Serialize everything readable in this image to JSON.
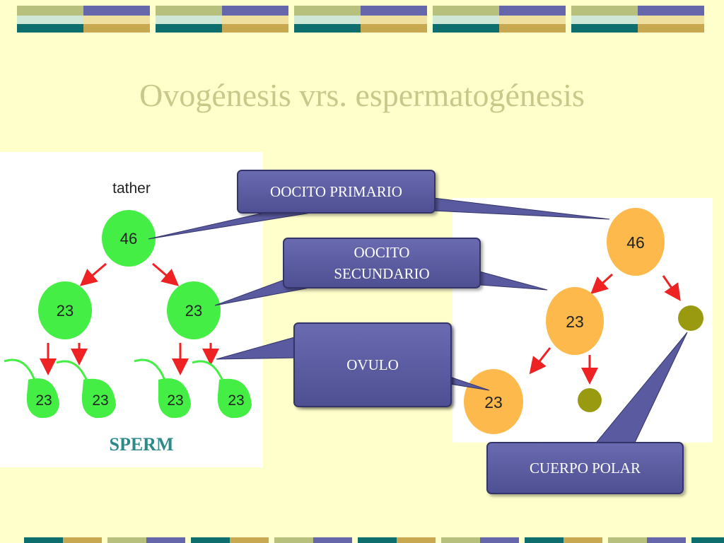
{
  "slide": {
    "title": "Ovogénesis vrs. espermatogénesis"
  },
  "colors": {
    "background": "#ffffcc",
    "title": "#c8c88a",
    "callout_fill": "#5a5aa0",
    "sperm_cell": "#44ee44",
    "egg_cell": "#fdb94c",
    "polar_body": "#9a9a10",
    "arrow": "#ee2222",
    "deco_teal": "#0e6e6e",
    "deco_gold": "#c8a850",
    "deco_purple": "#6666aa"
  },
  "left_diagram": {
    "header": "tather",
    "root": "46",
    "level2": [
      "23",
      "23"
    ],
    "level3": [
      "23",
      "23",
      "23",
      "23"
    ],
    "footer": "SPERM"
  },
  "right_diagram": {
    "root": "46",
    "secondary": "23",
    "ovum": "23"
  },
  "callouts": {
    "primary": "OOCITO PRIMARIO",
    "secondary_line1": "OOCITO",
    "secondary_line2": "SECUNDARIO",
    "ovum": "OVULO",
    "polar": "CUERPO POLAR"
  }
}
